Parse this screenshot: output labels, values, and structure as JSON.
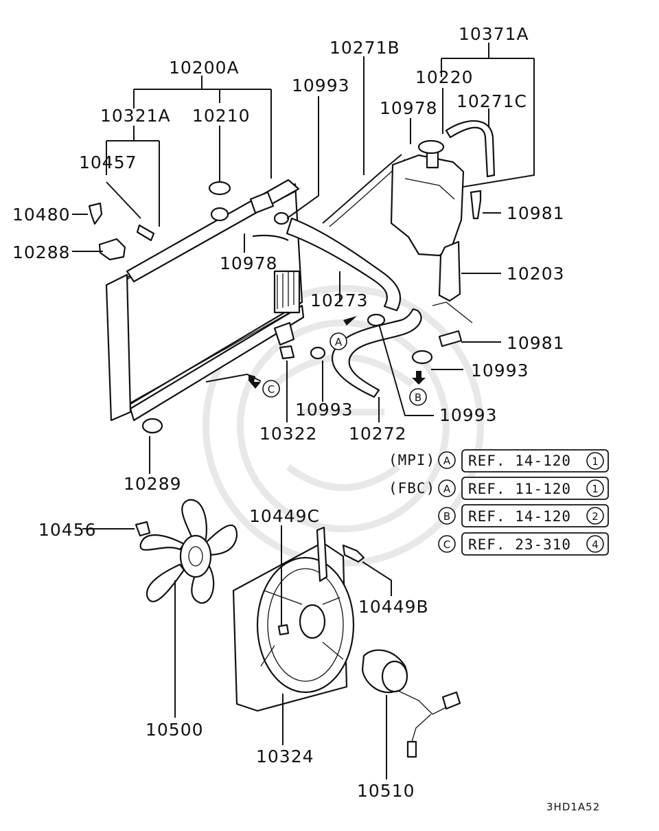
{
  "part_labels": {
    "p10200A": "10200A",
    "p10321A": "10321A",
    "p10210": "10210",
    "p10457": "10457",
    "p10480": "10480",
    "p10288": "10288",
    "p10978a": "10978",
    "p10993a": "10993",
    "p10271B": "10271B",
    "p10371A": "10371A",
    "p10220": "10220",
    "p10978b": "10978",
    "p10271C": "10271C",
    "p10981a": "10981",
    "p10203": "10203",
    "p10273": "10273",
    "p10981b": "10981",
    "p10993b": "10993",
    "p10993c": "10993",
    "p10993d": "10993",
    "p10322": "10322",
    "p10272": "10272",
    "p10289": "10289",
    "p10456": "10456",
    "p10449C": "10449C",
    "p10449B": "10449B",
    "p10500": "10500",
    "p10324": "10324",
    "p10510": "10510"
  },
  "markers": {
    "a": "A",
    "b": "B",
    "c": "C"
  },
  "references": [
    {
      "prefix": "(MPI)",
      "marker": "A",
      "text": "REF. 14-120",
      "num": "1"
    },
    {
      "prefix": "(FBC)",
      "marker": "A",
      "text": "REF. 11-120",
      "num": "1"
    },
    {
      "prefix": "",
      "marker": "B",
      "text": "REF. 14-120",
      "num": "2"
    },
    {
      "prefix": "",
      "marker": "C",
      "text": "REF. 23-310",
      "num": "4"
    }
  ],
  "diagram_code": "3HD1A52"
}
